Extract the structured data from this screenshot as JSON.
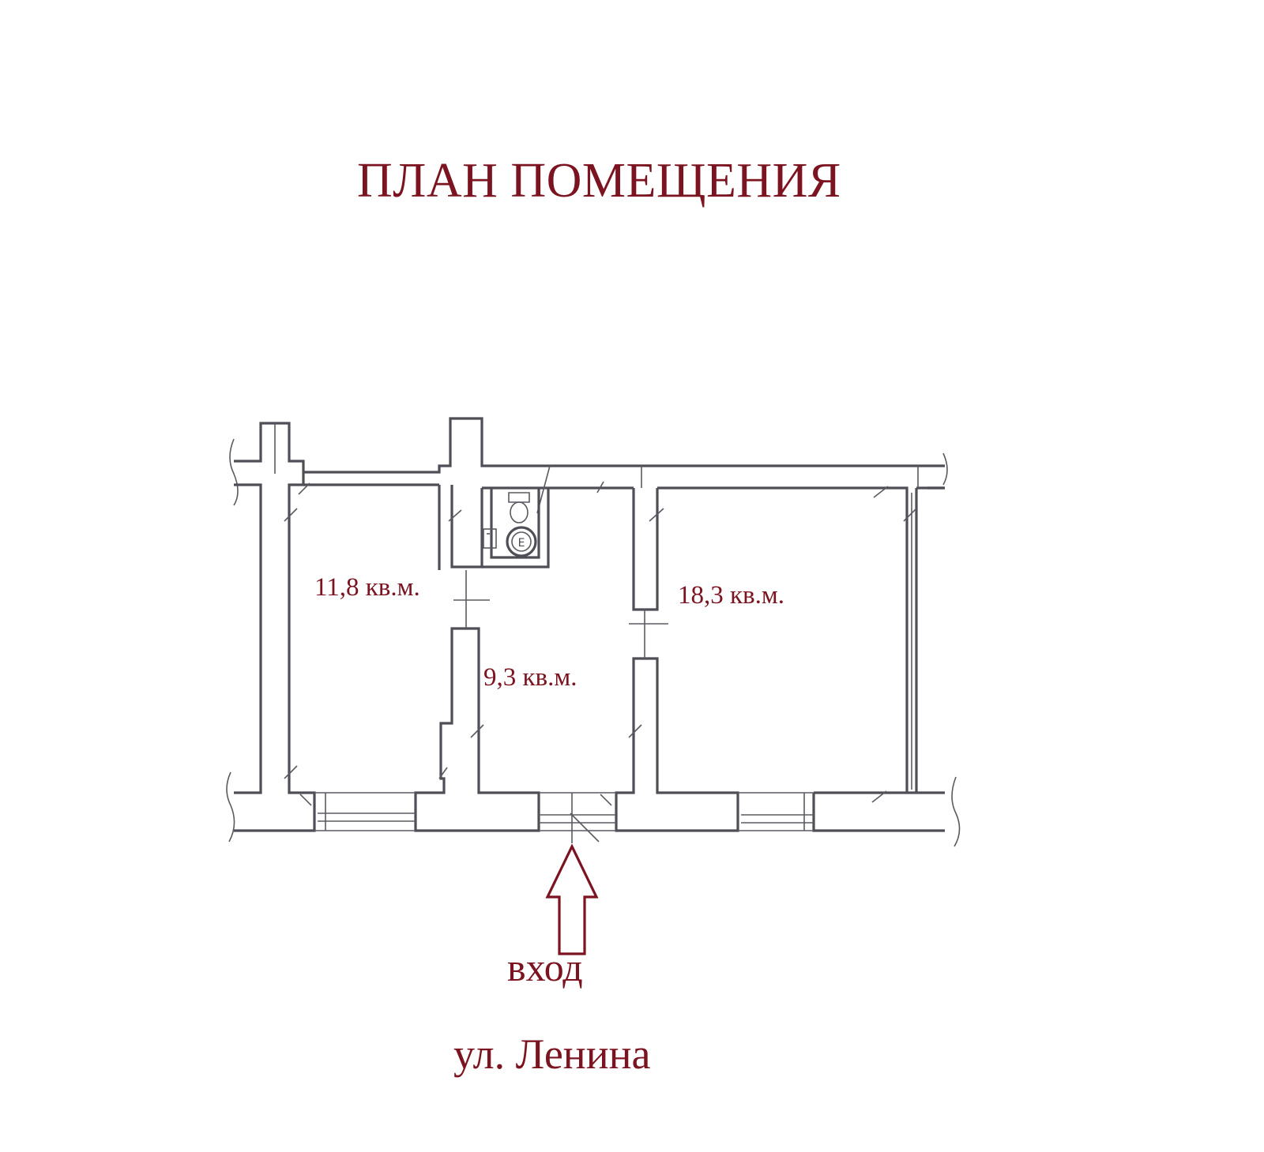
{
  "title": "ПЛАН ПОМЕЩЕНИЯ",
  "rooms": [
    {
      "id": "left-room",
      "area_label": "11,8 кв.м."
    },
    {
      "id": "middle-room",
      "area_label": "9,3 кв.м."
    },
    {
      "id": "right-room",
      "area_label": "18,3 кв.м."
    }
  ],
  "toilet_mark": "Е",
  "entrance_label": "вход",
  "street_label": "ул. Ленина",
  "colors": {
    "label": "#7b1420",
    "walls": "#4e4e56",
    "background": "#ffffff"
  },
  "icons": [
    "entrance-arrow-icon",
    "toilet-icon",
    "sink-icon",
    "water-heater-icon"
  ]
}
